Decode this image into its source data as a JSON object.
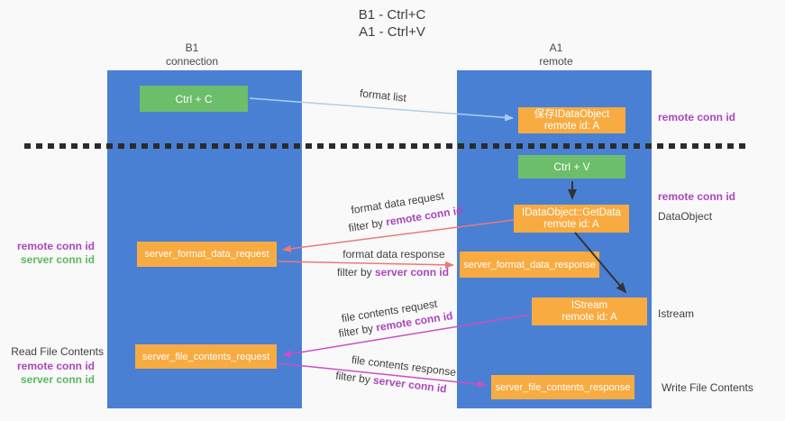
{
  "title": {
    "line1": "B1 - Ctrl+C",
    "line2": "A1 - Ctrl+V"
  },
  "lanes": {
    "left": {
      "title": "B1",
      "subtitle": "connection"
    },
    "right": {
      "title": "A1",
      "subtitle": "remote"
    }
  },
  "nodes": {
    "ctrl_c": {
      "label": "Ctrl + C"
    },
    "ctrl_v": {
      "label": "Ctrl + V"
    },
    "save_idataobject": {
      "line1": "保存IDataObject",
      "line2": "remote id: A"
    },
    "getdata": {
      "line1": "IDataObject::GetData",
      "line2": "remote id: A"
    },
    "istream": {
      "line1": "IStream",
      "line2": "remote id: A"
    },
    "server_format_data_request": {
      "label": "server_format_data_request"
    },
    "server_format_data_response": {
      "label": "server_format_data_response"
    },
    "server_file_contents_request": {
      "label": "server_file_contents_request"
    },
    "server_file_contents_response": {
      "label": "server_file_contents_response"
    }
  },
  "flow_labels": {
    "format_list": "format list",
    "format_data_request": "format data request",
    "format_data_response": "format data response",
    "file_contents_request": "file contents request",
    "file_contents_response": "file contents response",
    "filter_by": "filter by",
    "remote_conn_id": "remote conn id",
    "server_conn_id": "server conn id"
  },
  "side_labels": {
    "right_top_remote_conn_id": "remote conn id",
    "right_mid_remote_conn_id": "remote conn id",
    "dataobject": "DataObject",
    "istream": "Istream",
    "write_file_contents": "Write File Contents",
    "left_remote_conn_id_top": "remote conn id",
    "left_server_conn_id_top": "server conn id",
    "read_file_contents": "Read File Contents",
    "left_remote_conn_id_bottom": "remote conn id",
    "left_server_conn_id_bottom": "server conn id"
  },
  "colors": {
    "column_blue": "#4a80d4",
    "box_green": "#6cbe6a",
    "box_orange": "#f7ab41",
    "label_purple": "#ab47bc",
    "label_green": "#5cb860",
    "arrow_salmon": "#ec7979",
    "arrow_magenta": "#cc4fc4",
    "arrow_blue": "#aacfee",
    "arrow_black": "#333333",
    "text_dark": "#3f3f3f",
    "background": "#f9f9f9",
    "dash_black": "#2b2b2b"
  }
}
